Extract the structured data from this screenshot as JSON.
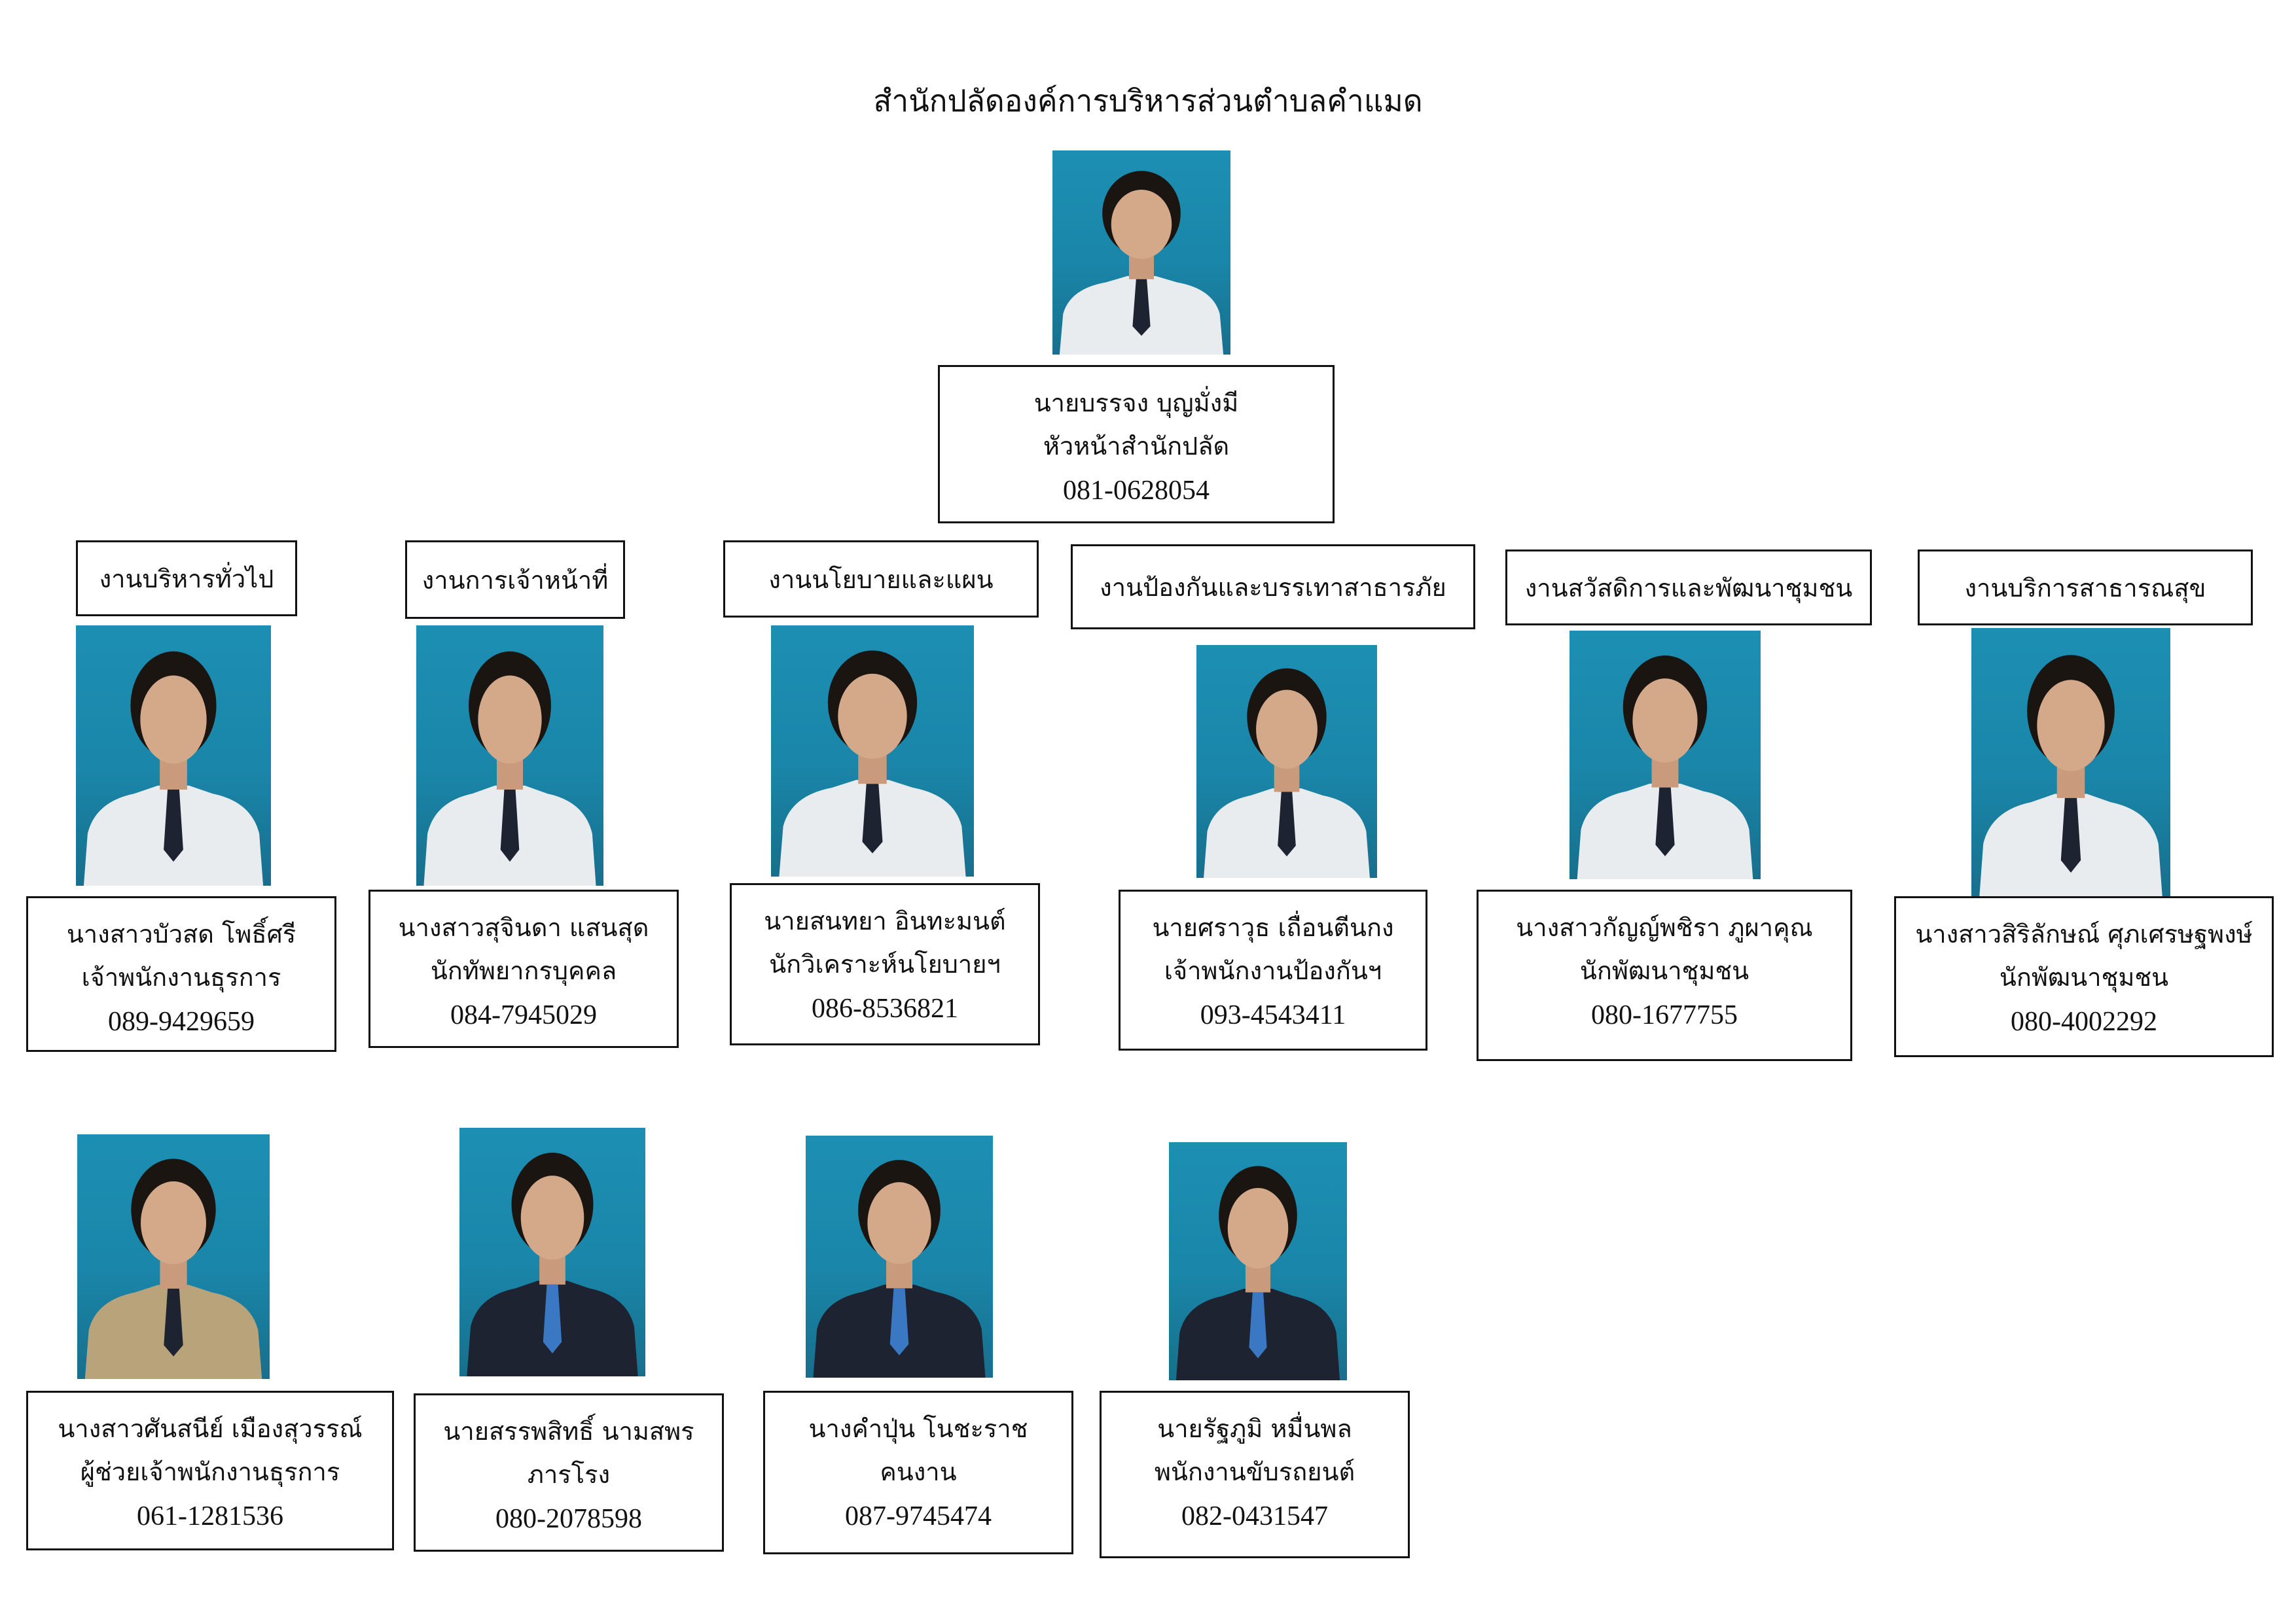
{
  "title": "สำนักปลัดองค์การบริหารส่วนตำบลคำแมด",
  "head": {
    "name": "นายบรรจง  บุญมั่งมี",
    "role": "หัวหน้าสำนักปลัด",
    "phone": "081-0628054"
  },
  "departments": [
    "งานบริหารทั่วไป",
    "งานการเจ้าหน้าที่",
    "งานนโยบายและแผน",
    "งานป้องกันและบรรเทาสาธารภัย",
    "งานสวัสดิการและพัฒนาชุมชน",
    "งานบริการสาธารณสุข"
  ],
  "row1": [
    {
      "name": "นางสาวบัวสด  โพธิ์ศรี",
      "role": "เจ้าพนักงานธุรการ",
      "phone": "089-9429659"
    },
    {
      "name": "นางสาวสุจินดา  แสนสุด",
      "role": "นักทัพยากรบุคคล",
      "phone": "084-7945029"
    },
    {
      "name": "นายสนทยา  อินทะมนต์",
      "role": "นักวิเคราะห์นโยบายฯ",
      "phone": "086-8536821"
    },
    {
      "name": "นายศราวุธ  เถื่อนตีนกง",
      "role": "เจ้าพนักงานป้องกันฯ",
      "phone": "093-4543411"
    },
    {
      "name": "นางสาวกัญญ์พชิรา  ภูผาคุณ",
      "role": "นักพัฒนาชุมชน",
      "phone": "080-1677755"
    },
    {
      "name": "นางสาวสิริลักษณ์  ศุภเศรษฐพงษ์",
      "role": "นักพัฒนาชุมชน",
      "phone": "080-4002292"
    }
  ],
  "row2": [
    {
      "name": "นางสาวศันสนีย์   เมืองสุวรรณ์",
      "role": "ผู้ช่วยเจ้าพนักงานธุรการ",
      "phone": "061-1281536"
    },
    {
      "name": "นายสรรพสิทธิ์  นามสพร",
      "role": "ภารโรง",
      "phone": "080-2078598"
    },
    {
      "name": "นางคำปุ่น  โนชะราช",
      "role": "คนงาน",
      "phone": "087-9745474"
    },
    {
      "name": "นายรัฐภูมิ  หมื่นพล",
      "role": "พนักงานขับรถยนต์",
      "phone": "082-0431547"
    }
  ]
}
